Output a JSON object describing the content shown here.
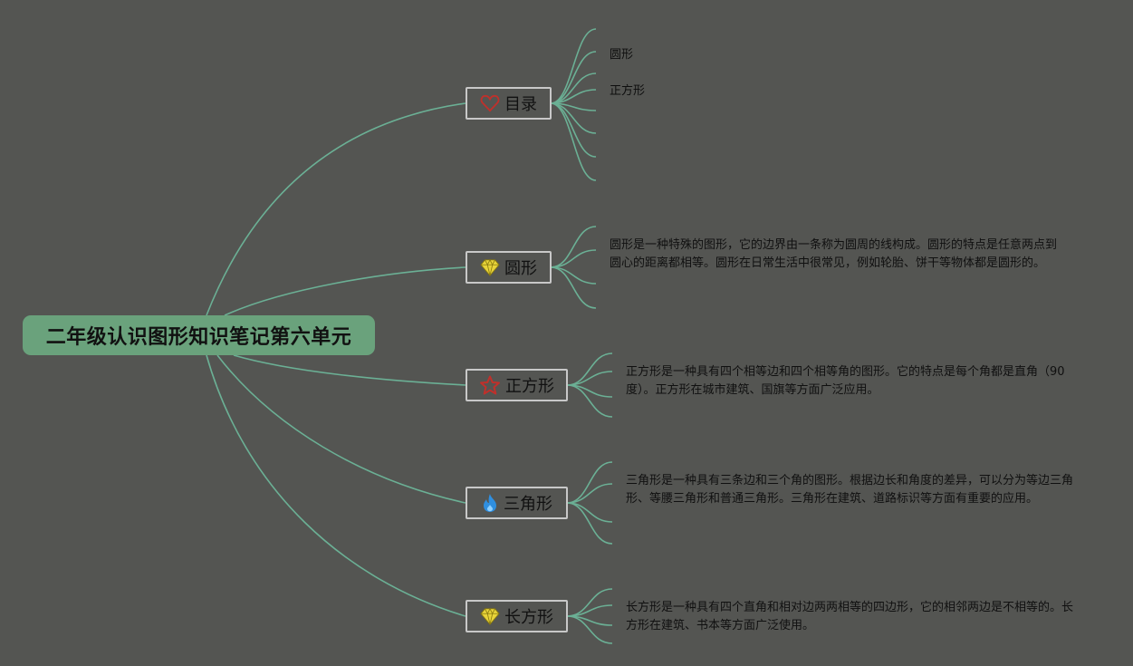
{
  "root": {
    "title": "二年级认识图形知识笔记第六单元"
  },
  "colors": {
    "background": "#545552",
    "root_fill": "#6aa27c",
    "connector": "#6bb095",
    "node_border": "#c8c8c8"
  },
  "branches": [
    {
      "label": "目录",
      "icon": "heart-outline-icon",
      "icon_color": "#c0302b",
      "toc_items": [
        "圆形",
        "正方形"
      ]
    },
    {
      "label": "圆形",
      "icon": "diamond-gem-icon",
      "icon_color": "#e8d43a",
      "description": "圆形是一种特殊的图形，它的边界由一条称为圆周的线构成。圆形的特点是任意两点到圆心的距离都相等。圆形在日常生活中很常见，例如轮胎、饼干等物体都是圆形的。"
    },
    {
      "label": "正方形",
      "icon": "star-outline-icon",
      "icon_color": "#c0302b",
      "description": "正方形是一种具有四个相等边和四个相等角的图形。它的特点是每个角都是直角（90度）。正方形在城市建筑、国旗等方面广泛应用。"
    },
    {
      "label": "三角形",
      "icon": "flame-icon",
      "icon_color": "#2f8fe0",
      "description": "三角形是一种具有三条边和三个角的图形。根据边长和角度的差异，可以分为等边三角形、等腰三角形和普通三角形。三角形在建筑、道路标识等方面有重要的应用。"
    },
    {
      "label": "长方形",
      "icon": "diamond-gem-icon",
      "icon_color": "#e8d43a",
      "description": "长方形是一种具有四个直角和相对边两两相等的四边形，它的相邻两边是不相等的。长方形在建筑、书本等方面广泛使用。"
    }
  ]
}
